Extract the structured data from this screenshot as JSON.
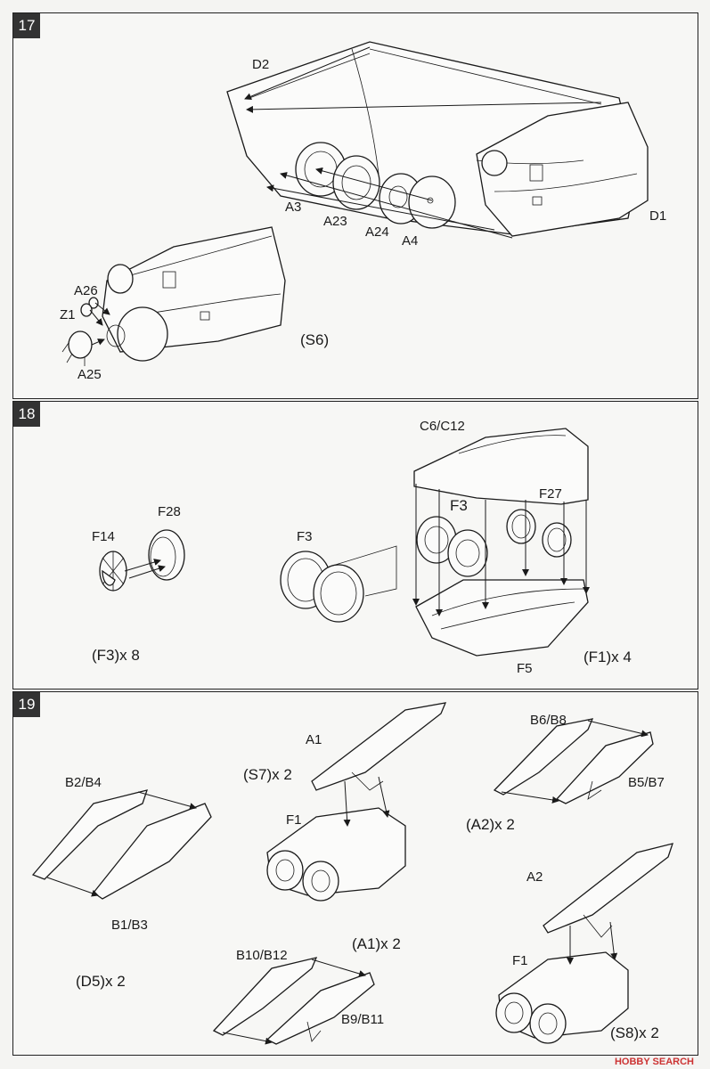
{
  "steps": [
    {
      "number": "17",
      "labels": {
        "d2": "D2",
        "d1": "D1",
        "a3": "A3",
        "a23": "A23",
        "a24": "A24",
        "a4": "A4",
        "a26": "A26",
        "z1": "Z1",
        "a25": "A25",
        "s6": "(S6)"
      }
    },
    {
      "number": "18",
      "labels": {
        "f28": "F28",
        "f14": "F14",
        "f3_left": "F3",
        "c6c12": "C6/C12",
        "f3_right": "F3",
        "f27": "F27",
        "f5": "F5",
        "qty_f3": "(F3)x 8",
        "qty_f1": "(F1)x 4"
      }
    },
    {
      "number": "19",
      "labels": {
        "a1": "A1",
        "s7": "(S7)x 2",
        "f1_top": "F1",
        "b6b8": "B6/B8",
        "b5b7": "B5/B7",
        "a2_qty": "(A2)x 2",
        "b2b4": "B2/B4",
        "b1b3": "B1/B3",
        "d5": "(D5)x 2",
        "a2": "A2",
        "f1_bottom": "F1",
        "b10b12": "B10/B12",
        "a1_qty": "(A1)x 2",
        "b9b11": "B9/B11",
        "s8": "(S8)x 2"
      }
    }
  ],
  "watermark": "HOBBY SEARCH"
}
